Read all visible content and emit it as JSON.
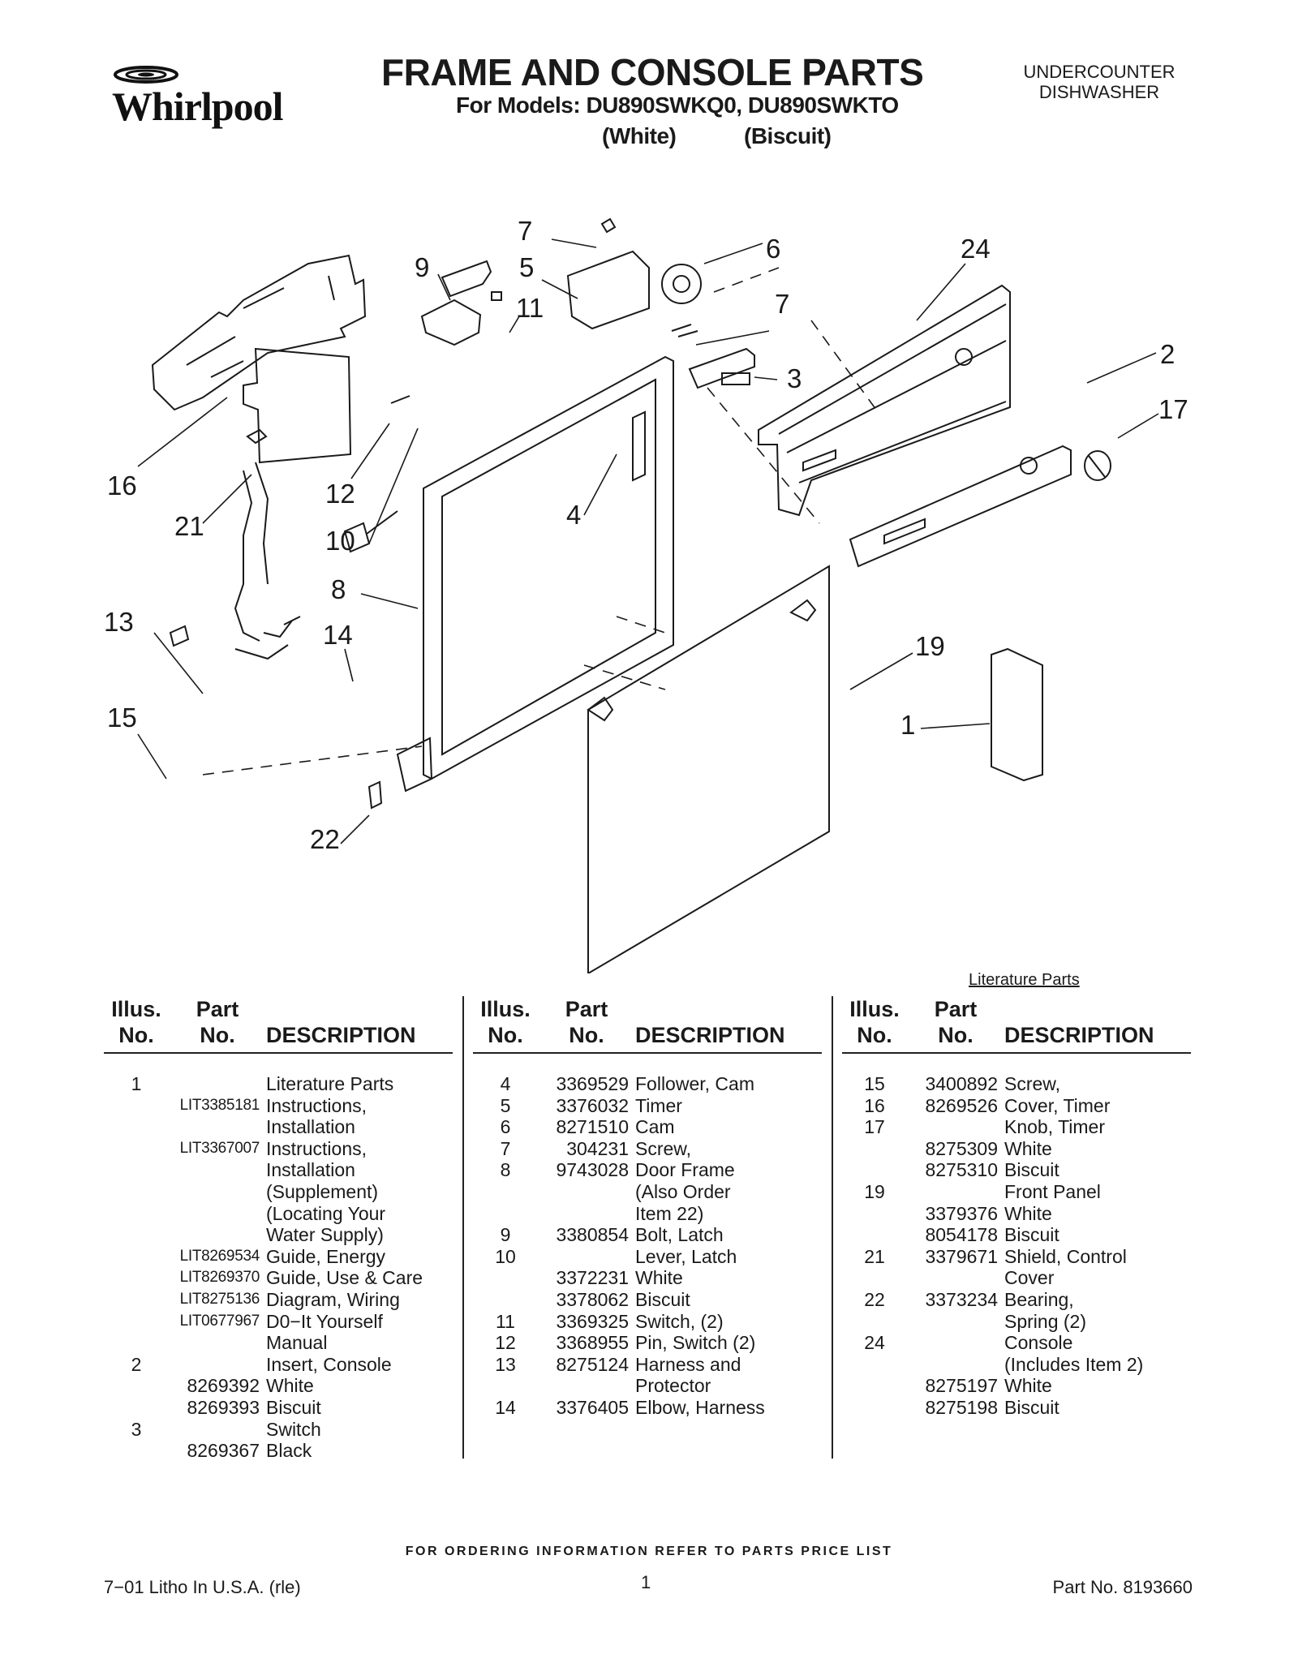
{
  "header": {
    "brand": "Whirlpool",
    "title": "FRAME AND CONSOLE PARTS",
    "models": "For Models: DU890SWKQ0, DU890SWKTO",
    "finish_white": "(White)",
    "finish_biscuit": "(Biscuit)",
    "product_line1": "UNDERCOUNTER",
    "product_line2": "DISHWASHER"
  },
  "diagram": {
    "callouts": [
      "7",
      "6",
      "24",
      "9",
      "5",
      "11",
      "7",
      "3",
      "2",
      "17",
      "16",
      "21",
      "12",
      "10",
      "4",
      "8",
      "13",
      "14",
      "19",
      "1",
      "15",
      "22"
    ],
    "literature_caption": "Literature Parts"
  },
  "table": {
    "header": {
      "illus_1": "Illus.",
      "illus_2": "No.",
      "part_1": "Part",
      "part_2": "No.",
      "description": "DESCRIPTION"
    },
    "columns": [
      [
        {
          "no": "1",
          "part": "",
          "desc": "Literature Parts"
        },
        {
          "no": "",
          "part": "LIT3385181",
          "desc": "Instructions,"
        },
        {
          "no": "",
          "part": "",
          "desc": "Installation"
        },
        {
          "no": "",
          "part": "LIT3367007",
          "desc": "Instructions,"
        },
        {
          "no": "",
          "part": "",
          "desc": "Installation"
        },
        {
          "no": "",
          "part": "",
          "desc": "(Supplement)"
        },
        {
          "no": "",
          "part": "",
          "desc": "(Locating Your"
        },
        {
          "no": "",
          "part": "",
          "desc": "Water Supply)"
        },
        {
          "no": "",
          "part": "LIT8269534",
          "desc": "Guide, Energy"
        },
        {
          "no": "",
          "part": "LIT8269370",
          "desc": "Guide, Use & Care"
        },
        {
          "no": "",
          "part": "LIT8275136",
          "desc": "Diagram, Wiring"
        },
        {
          "no": "",
          "part": "LIT0677967",
          "desc": "D0−It Yourself"
        },
        {
          "no": "",
          "part": "",
          "desc": "Manual"
        },
        {
          "no": "2",
          "part": "",
          "desc": "Insert, Console"
        },
        {
          "no": "",
          "part": "8269392",
          "desc": "White"
        },
        {
          "no": "",
          "part": "8269393",
          "desc": "Biscuit"
        },
        {
          "no": "3",
          "part": "",
          "desc": "Switch"
        },
        {
          "no": "",
          "part": "8269367",
          "desc": "Black"
        }
      ],
      [
        {
          "no": "4",
          "part": "3369529",
          "desc": "Follower, Cam"
        },
        {
          "no": "5",
          "part": "3376032",
          "desc": "Timer"
        },
        {
          "no": "6",
          "part": "8271510",
          "desc": "Cam"
        },
        {
          "no": "7",
          "part": "304231",
          "desc": "Screw,"
        },
        {
          "no": "8",
          "part": "9743028",
          "desc": "Door Frame"
        },
        {
          "no": "",
          "part": "",
          "desc": "(Also Order"
        },
        {
          "no": "",
          "part": "",
          "desc": "Item 22)"
        },
        {
          "no": "9",
          "part": "3380854",
          "desc": "Bolt, Latch"
        },
        {
          "no": "10",
          "part": "",
          "desc": "Lever, Latch"
        },
        {
          "no": "",
          "part": "3372231",
          "desc": "White"
        },
        {
          "no": "",
          "part": "3378062",
          "desc": "Biscuit"
        },
        {
          "no": "11",
          "part": "3369325",
          "desc": "Switch, (2)"
        },
        {
          "no": "12",
          "part": "3368955",
          "desc": "Pin, Switch (2)"
        },
        {
          "no": "13",
          "part": "8275124",
          "desc": "Harness and"
        },
        {
          "no": "",
          "part": "",
          "desc": "Protector"
        },
        {
          "no": "14",
          "part": "3376405",
          "desc": "Elbow, Harness"
        }
      ],
      [
        {
          "no": "15",
          "part": "3400892",
          "desc": "Screw,"
        },
        {
          "no": "16",
          "part": "8269526",
          "desc": "Cover, Timer"
        },
        {
          "no": "17",
          "part": "",
          "desc": "Knob, Timer"
        },
        {
          "no": "",
          "part": "8275309",
          "desc": "White"
        },
        {
          "no": "",
          "part": "8275310",
          "desc": "Biscuit"
        },
        {
          "no": "19",
          "part": "",
          "desc": "Front Panel"
        },
        {
          "no": "",
          "part": "3379376",
          "desc": "White"
        },
        {
          "no": "",
          "part": "8054178",
          "desc": "Biscuit"
        },
        {
          "no": "21",
          "part": "3379671",
          "desc": "Shield, Control"
        },
        {
          "no": "",
          "part": "",
          "desc": "Cover"
        },
        {
          "no": "22",
          "part": "3373234",
          "desc": "Bearing,"
        },
        {
          "no": "",
          "part": "",
          "desc": "Spring (2)"
        },
        {
          "no": "24",
          "part": "",
          "desc": "Console"
        },
        {
          "no": "",
          "part": "",
          "desc": "(Includes Item 2)"
        },
        {
          "no": "",
          "part": "8275197",
          "desc": "White"
        },
        {
          "no": "",
          "part": "8275198",
          "desc": "Biscuit"
        }
      ]
    ]
  },
  "footer": {
    "order_note": "FOR ORDERING INFORMATION REFER TO PARTS PRICE LIST",
    "litho": "7−01 Litho In U.S.A. (rle)",
    "page_number": "1",
    "part_number": "Part No. 8193660"
  }
}
